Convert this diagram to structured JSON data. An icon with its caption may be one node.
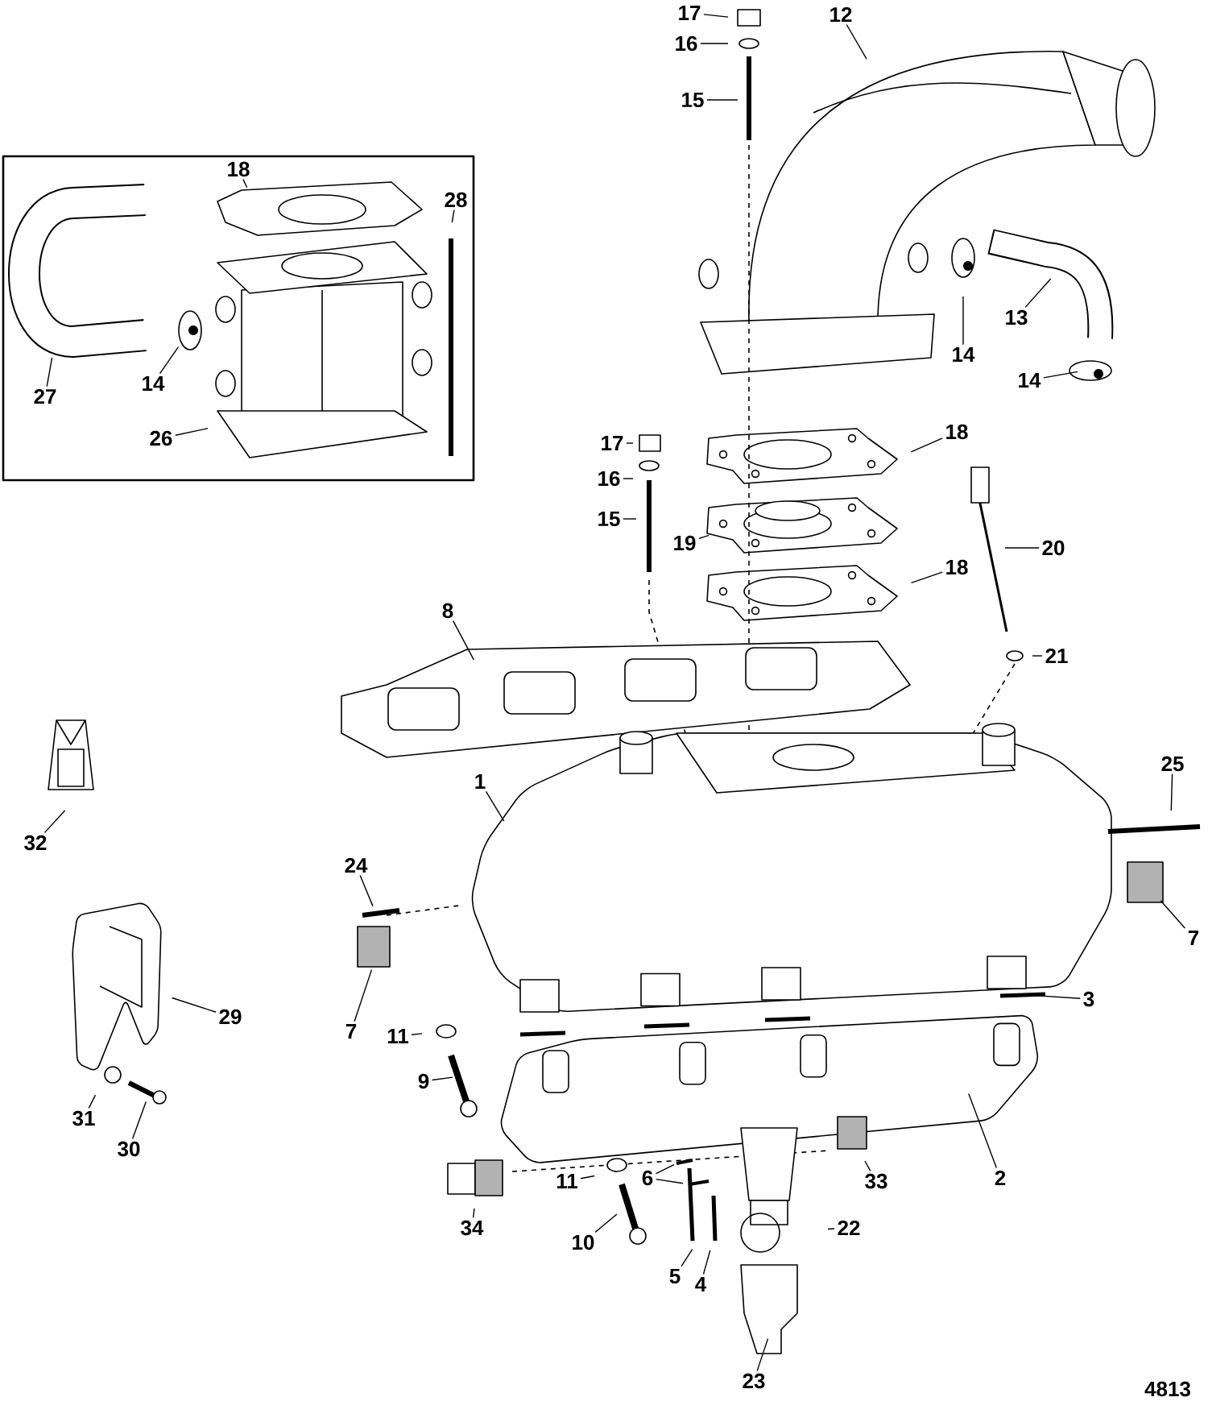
{
  "diagram": {
    "nodes": [
      {
        "text": [
          "18"
        ]
      },
      {
        "text": [
          "28"
        ]
      },
      {
        "text": [
          "27"
        ]
      },
      {
        "text": [
          "14"
        ]
      },
      {
        "text": [
          "26"
        ]
      },
      {
        "text": [
          "17"
        ]
      },
      {
        "text": [
          "16"
        ]
      },
      {
        "text": [
          "15"
        ]
      },
      {
        "text": [
          "12"
        ]
      },
      {
        "text": [
          "13"
        ]
      },
      {
        "text": [
          "14"
        ]
      },
      {
        "text": [
          "14"
        ]
      },
      {
        "text": [
          "17"
        ]
      },
      {
        "text": [
          "16"
        ]
      },
      {
        "text": [
          "15"
        ]
      },
      {
        "text": [
          "18"
        ]
      },
      {
        "text": [
          "19"
        ]
      },
      {
        "text": [
          "18"
        ]
      },
      {
        "text": [
          "20"
        ]
      },
      {
        "text": [
          "21"
        ]
      },
      {
        "text": [
          "8"
        ]
      },
      {
        "text": [
          "1"
        ]
      },
      {
        "text": [
          "25"
        ]
      },
      {
        "text": [
          "24"
        ]
      },
      {
        "text": [
          "7"
        ]
      },
      {
        "text": [
          "7"
        ]
      },
      {
        "text": [
          "3"
        ]
      },
      {
        "text": [
          "11"
        ]
      },
      {
        "text": [
          "9"
        ]
      },
      {
        "text": [
          "2"
        ]
      },
      {
        "text": [
          "11"
        ]
      },
      {
        "text": [
          "6"
        ]
      },
      {
        "text": [
          "33"
        ]
      },
      {
        "text": [
          "34"
        ]
      },
      {
        "text": [
          "10"
        ]
      },
      {
        "text": [
          "5"
        ]
      },
      {
        "text": [
          "4"
        ]
      },
      {
        "text": [
          "22"
        ]
      },
      {
        "text": [
          "23"
        ]
      },
      {
        "text": [
          "32"
        ]
      },
      {
        "text": [
          "29"
        ]
      },
      {
        "text": [
          "31"
        ]
      },
      {
        "text": [
          "30"
        ]
      }
    ],
    "edges": [
      {
        "from": 0,
        "to": null,
        "arrow": "none"
      },
      {
        "from": 1,
        "to": null,
        "arrow": "none"
      },
      {
        "from": 2,
        "to": null,
        "arrow": "none"
      },
      {
        "from": 3,
        "to": null,
        "arrow": "none"
      },
      {
        "from": 4,
        "to": null,
        "arrow": "none"
      },
      {
        "from": 5,
        "to": null,
        "arrow": "none"
      },
      {
        "from": 6,
        "to": null,
        "arrow": "none"
      },
      {
        "from": 7,
        "to": null,
        "arrow": "none"
      },
      {
        "from": 8,
        "to": null,
        "arrow": "none"
      },
      {
        "from": 9,
        "to": null,
        "arrow": "none"
      },
      {
        "from": 10,
        "to": null,
        "arrow": "none"
      },
      {
        "from": 11,
        "to": null,
        "arrow": "none"
      },
      {
        "from": 12,
        "to": null,
        "arrow": "none"
      },
      {
        "from": 13,
        "to": null,
        "arrow": "none"
      },
      {
        "from": 14,
        "to": null,
        "arrow": "none"
      },
      {
        "from": 15,
        "to": null,
        "arrow": "none"
      },
      {
        "from": 16,
        "to": null,
        "arrow": "none"
      },
      {
        "from": 17,
        "to": null,
        "arrow": "none"
      },
      {
        "from": 18,
        "to": null,
        "arrow": "none"
      },
      {
        "from": 19,
        "to": null,
        "arrow": "none"
      },
      {
        "from": 20,
        "to": null,
        "arrow": "none"
      },
      {
        "from": 21,
        "to": null,
        "arrow": "none"
      },
      {
        "from": 22,
        "to": null,
        "arrow": "none"
      },
      {
        "from": 23,
        "to": null,
        "arrow": "none"
      },
      {
        "from": 24,
        "to": null,
        "arrow": "none"
      },
      {
        "from": 25,
        "to": null,
        "arrow": "none"
      },
      {
        "from": 26,
        "to": null,
        "arrow": "none"
      },
      {
        "from": 27,
        "to": null,
        "arrow": "none"
      },
      {
        "from": 28,
        "to": null,
        "arrow": "none"
      },
      {
        "from": 29,
        "to": null,
        "arrow": "none"
      },
      {
        "from": 30,
        "to": null,
        "arrow": "none"
      },
      {
        "from": 31,
        "to": null,
        "arrow": "none"
      },
      {
        "from": 31,
        "to": null,
        "arrow": "none"
      },
      {
        "from": 32,
        "to": null,
        "arrow": "none"
      },
      {
        "from": 33,
        "to": null,
        "arrow": "none"
      },
      {
        "from": 34,
        "to": null,
        "arrow": "none"
      },
      {
        "from": 35,
        "to": null,
        "arrow": "none"
      },
      {
        "from": 36,
        "to": null,
        "arrow": "none"
      },
      {
        "from": 37,
        "to": null,
        "arrow": "none"
      },
      {
        "from": 38,
        "to": null,
        "arrow": "none"
      },
      {
        "from": 39,
        "to": null,
        "arrow": "none"
      },
      {
        "from": 40,
        "to": null,
        "arrow": "none"
      },
      {
        "from": 41,
        "to": null,
        "arrow": "none"
      },
      {
        "from": 42,
        "to": null,
        "arrow": "none"
      }
    ],
    "labels": [
      "4813"
    ]
  }
}
